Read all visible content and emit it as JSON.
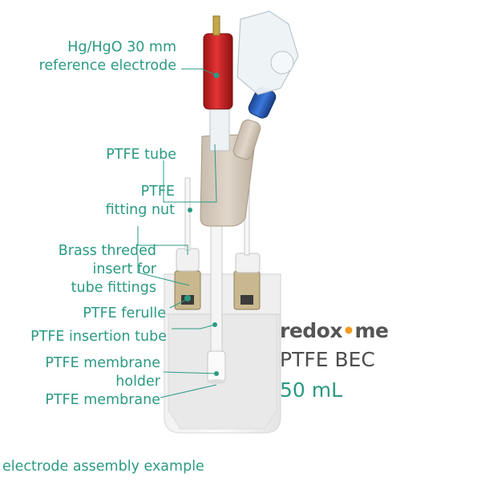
{
  "labels": {
    "reference_electrode": [
      "Hg/HgO 30 mm",
      "reference electrode"
    ],
    "ptfe_tube": [
      "PTFE tube"
    ],
    "fitting_nut": [
      "PTFE",
      "fitting nut"
    ],
    "brass_insert": [
      "Brass threded",
      "insert for",
      "tube fittings"
    ],
    "ferulle": [
      "PTFE ferulle"
    ],
    "insertion_tube": [
      "PTFE insertion tube"
    ],
    "membrane_holder": [
      "PTFE membrane",
      "holder"
    ],
    "membrane": [
      "PTFE membrane"
    ]
  },
  "brand": {
    "prefix": "redox",
    "dot": "•",
    "suffix": "me"
  },
  "product": "PTFE BEC",
  "volume": "50 mL",
  "caption": "electrode assembly example",
  "colors": {
    "label": "#2b9a83",
    "brand": "#555555",
    "brand_dot": "#f39a1e",
    "reference_cap": "#cc1f1f",
    "fitting_body": "#d8cdbf",
    "blue_cap": "#2a62c4"
  }
}
